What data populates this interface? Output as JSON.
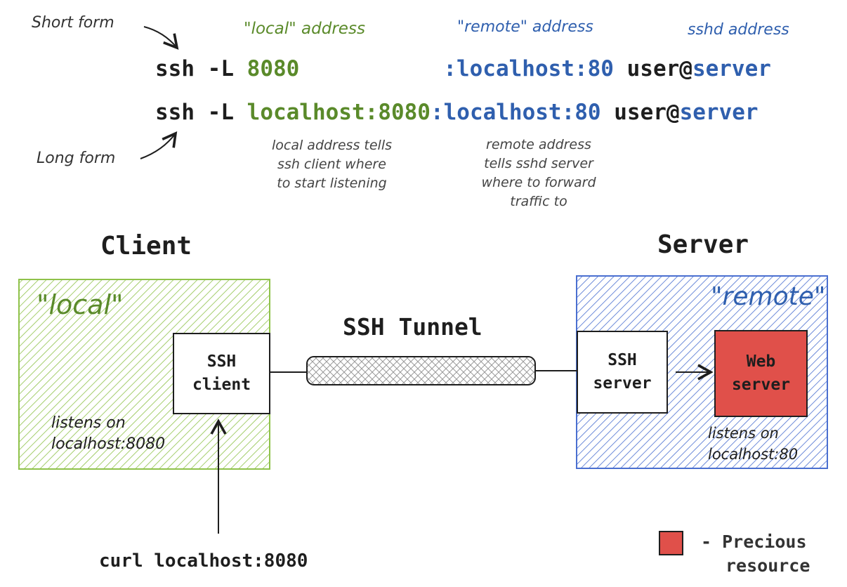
{
  "labels": {
    "short_form": "Short form",
    "long_form": "Long form",
    "local_address_header": "\"local\" address",
    "remote_address_header": "\"remote\" address",
    "sshd_address_header": "sshd address"
  },
  "command_short": {
    "cmd": "ssh -L ",
    "local": "8080",
    "remote": ":localhost:80",
    "user": " user@",
    "server": "server"
  },
  "command_long": {
    "cmd": "ssh -L ",
    "local": "localhost:8080",
    "remote": ":localhost:80",
    "user": " user@",
    "server": "server"
  },
  "notes": {
    "local_note": "local address tells ssh client where to start listening",
    "remote_note": "remote address tells sshd server where to forward traffic to"
  },
  "client": {
    "heading": "Client",
    "zone_label": "\"local\"",
    "box_line1": "SSH",
    "box_line2": "client",
    "listens_line1": "listens on",
    "listens_line2": "localhost:8080",
    "curl": "curl localhost:8080"
  },
  "tunnel": {
    "label": "SSH Tunnel"
  },
  "server": {
    "heading": "Server",
    "zone_label": "\"remote\"",
    "box_line1": "SSH",
    "box_line2": "server",
    "web_line1": "Web",
    "web_line2": "server",
    "listens_line1": "listens on",
    "listens_line2": "localhost:80"
  },
  "legend": {
    "line1": "- Precious",
    "line2": "resource"
  },
  "colors": {
    "local_green": "#5a8a2a",
    "zone_green": "#8fc24a",
    "remote_blue": "#2f5fae",
    "zone_blue": "#4a6fd0",
    "precious_red": "#e0504a"
  }
}
